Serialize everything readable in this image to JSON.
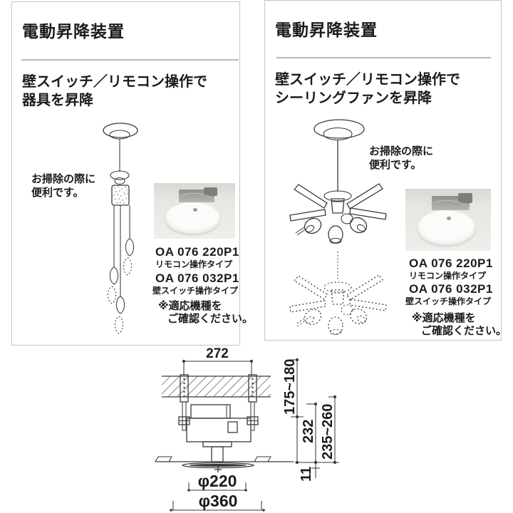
{
  "panels": [
    {
      "title": "電動昇降装置",
      "subtitle1": "壁スイッチ／リモコン操作で",
      "subtitle2": "器具を昇降",
      "note1": "お掃除の際に",
      "note2": "便利です。",
      "product1_code": "OA 076 220P1",
      "product1_type": "リモコン操作タイプ",
      "product2_code": "OA 076 032P1",
      "product2_type": "壁スイッチ操作タイプ",
      "caution1": "※適応機種を",
      "caution2": "ご確認ください。"
    },
    {
      "title": "電動昇降装置",
      "subtitle1": "壁スイッチ／リモコン操作で",
      "subtitle2": "シーリングファンを昇降",
      "note1": "お掃除の際に",
      "note2": "便利です。",
      "product1_code": "OA 076 220P1",
      "product1_type": "リモコン操作タイプ",
      "product2_code": "OA 076 032P1",
      "product2_type": "壁スイッチ操作タイプ",
      "caution1": "※適応機種を",
      "caution2": "ご確認ください。"
    }
  ],
  "diagram": {
    "width_top": "272",
    "recess_depth": "175~180",
    "body_height": "232",
    "total_height": "235~260",
    "canopy_drop": "11",
    "dia_inner": "φ220",
    "dia_outer": "φ360"
  },
  "colors": {
    "text": "#1b1b1b",
    "panel_border": "#c5c5c5",
    "divider": "#b9b9b9",
    "line": "#3a3a3a",
    "photo_bg": "#e7e6e2"
  }
}
